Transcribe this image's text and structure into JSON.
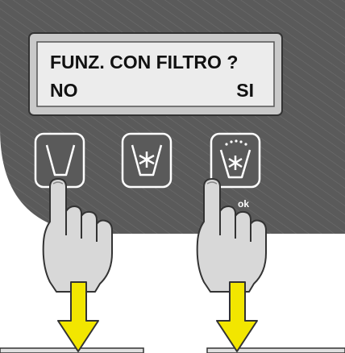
{
  "display": {
    "line1": "FUNZ. CON FILTRO ?",
    "option_left": "NO",
    "option_right": "SI"
  },
  "buttons": [
    {
      "icon": "empty-cup-icon"
    },
    {
      "icon": "cup-star-icon"
    },
    {
      "icon": "cup-star-dots-icon",
      "label": "ok"
    }
  ],
  "colors": {
    "panel": "#5a5a5a",
    "lcd": "#e8e8e8",
    "arrow": "#f2e600",
    "hand": "#d8d8d8"
  }
}
